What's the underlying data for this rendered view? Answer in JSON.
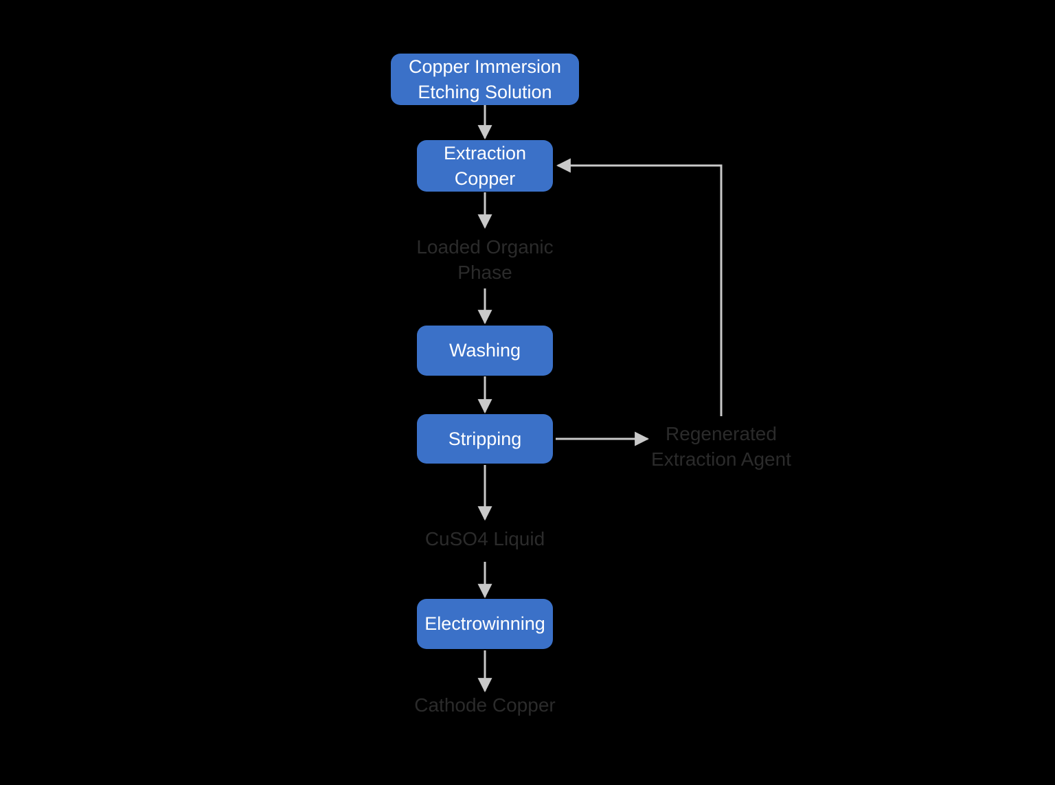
{
  "diagram": {
    "type": "flowchart",
    "background_color": "#000000",
    "node_fill_color": "#3B71C8",
    "node_text_color": "#FFFFFF",
    "stream_label_color": "#2B2B2B",
    "connector_color": "#C9C9C9",
    "nodes": {
      "etching_solution": {
        "label": "Copper Immersion Etching Solution",
        "type": "process"
      },
      "extraction_copper": {
        "label": "Extraction Copper",
        "type": "process"
      },
      "loaded_organic": {
        "label": "Loaded Organic Phase",
        "type": "stream"
      },
      "washing": {
        "label": "Washing",
        "type": "process"
      },
      "stripping": {
        "label": "Stripping",
        "type": "process"
      },
      "regenerated_agent": {
        "label": "Regenerated Extraction Agent",
        "type": "stream"
      },
      "cuso4_liquid": {
        "label": "CuSO4 Liquid",
        "type": "stream"
      },
      "electrowinning": {
        "label": "Electrowinning",
        "type": "process"
      },
      "cathode_copper": {
        "label": "Cathode Copper",
        "type": "stream"
      }
    },
    "edges": [
      {
        "from": "etching_solution",
        "to": "extraction_copper"
      },
      {
        "from": "extraction_copper",
        "to": "loaded_organic"
      },
      {
        "from": "loaded_organic",
        "to": "washing"
      },
      {
        "from": "washing",
        "to": "stripping"
      },
      {
        "from": "stripping",
        "to": "cuso4_liquid"
      },
      {
        "from": "stripping",
        "to": "regenerated_agent"
      },
      {
        "from": "regenerated_agent",
        "to": "extraction_copper"
      },
      {
        "from": "cuso4_liquid",
        "to": "electrowinning"
      },
      {
        "from": "electrowinning",
        "to": "cathode_copper"
      }
    ]
  }
}
